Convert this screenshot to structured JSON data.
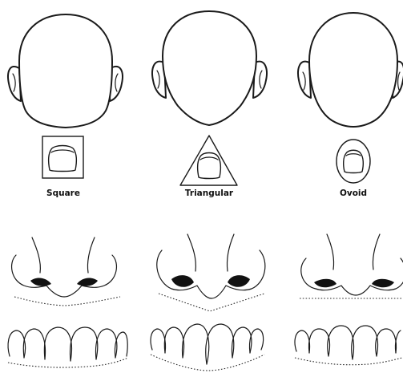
{
  "face_types": [
    {
      "label": "Square",
      "shape": "square"
    },
    {
      "label": "Triangular",
      "shape": "triangle"
    },
    {
      "label": "Ovoid",
      "shape": "oval"
    }
  ]
}
